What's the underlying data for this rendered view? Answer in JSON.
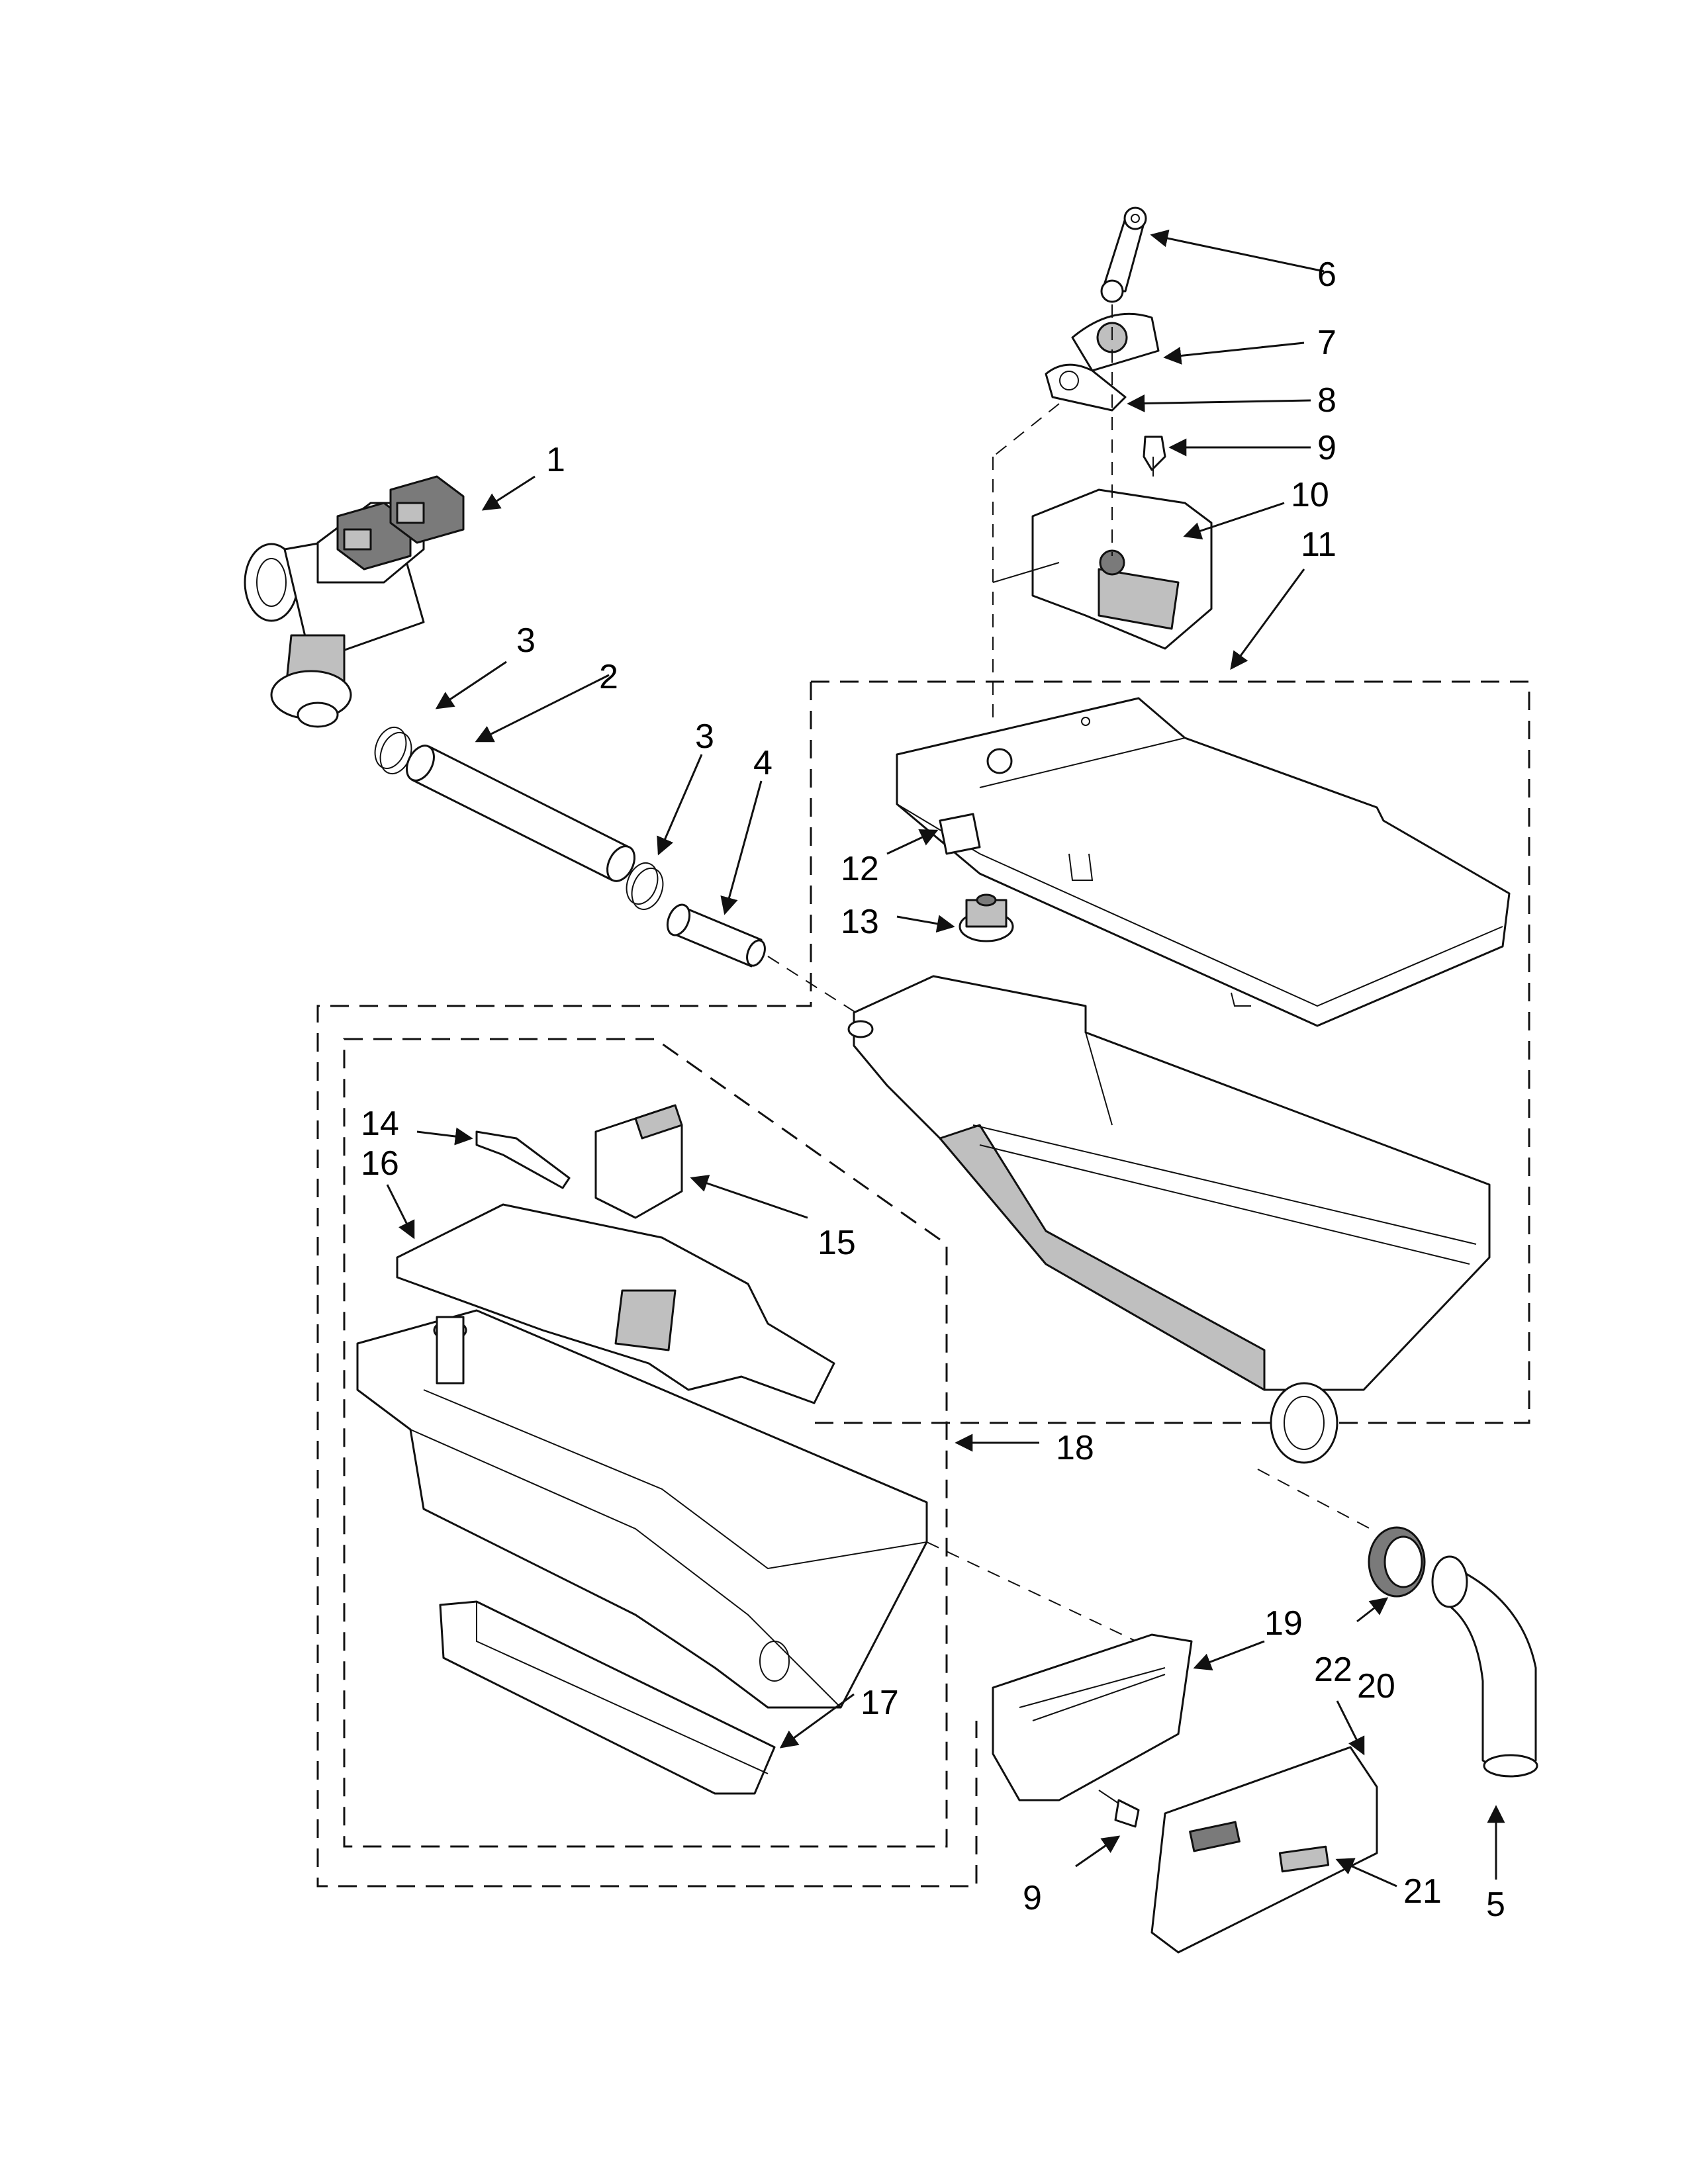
{
  "diagram": {
    "callouts": [
      {
        "id": "c1",
        "label": "1"
      },
      {
        "id": "c2",
        "label": "2"
      },
      {
        "id": "c3a",
        "label": "3"
      },
      {
        "id": "c3b",
        "label": "3"
      },
      {
        "id": "c4",
        "label": "4"
      },
      {
        "id": "c5",
        "label": "5"
      },
      {
        "id": "c6",
        "label": "6"
      },
      {
        "id": "c7",
        "label": "7"
      },
      {
        "id": "c8",
        "label": "8"
      },
      {
        "id": "c9a",
        "label": "9"
      },
      {
        "id": "c9b",
        "label": "9"
      },
      {
        "id": "c10",
        "label": "10"
      },
      {
        "id": "c11",
        "label": "11"
      },
      {
        "id": "c12",
        "label": "12"
      },
      {
        "id": "c13",
        "label": "13"
      },
      {
        "id": "c14",
        "label": "14"
      },
      {
        "id": "c15",
        "label": "15"
      },
      {
        "id": "c16",
        "label": "16"
      },
      {
        "id": "c17",
        "label": "17"
      },
      {
        "id": "c18",
        "label": "18"
      },
      {
        "id": "c19",
        "label": "19"
      },
      {
        "id": "c20",
        "label": "20"
      },
      {
        "id": "c21",
        "label": "21"
      },
      {
        "id": "c22",
        "label": "22"
      }
    ]
  }
}
